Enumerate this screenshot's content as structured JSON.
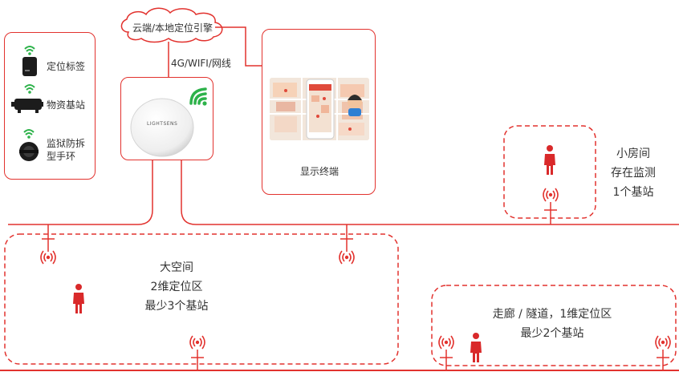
{
  "cloud": {
    "label": "云端/本地定位引擎"
  },
  "network": {
    "label": "4G/WIFI/网线"
  },
  "tags": [
    {
      "label": "定位标签"
    },
    {
      "label": "物资基站"
    },
    {
      "label": "监狱防拆型手环"
    }
  ],
  "base_unit": {
    "logo": "LIGHTSENS"
  },
  "display": {
    "label": "显示终端"
  },
  "zones": {
    "small_room": {
      "line1": "小房间",
      "line2": "存在监测",
      "line3": "1个基站"
    },
    "big_space": {
      "line1": "大空间",
      "line2": "2维定位区",
      "line3": "最少3个基站"
    },
    "corridor": {
      "line1": "走廊 / 隧道，1维定位区",
      "line2": "最少2个基站"
    }
  },
  "colors": {
    "accent_red": "#e2322e",
    "wifi_green": "#2db24a",
    "person_red": "#d9292a"
  }
}
